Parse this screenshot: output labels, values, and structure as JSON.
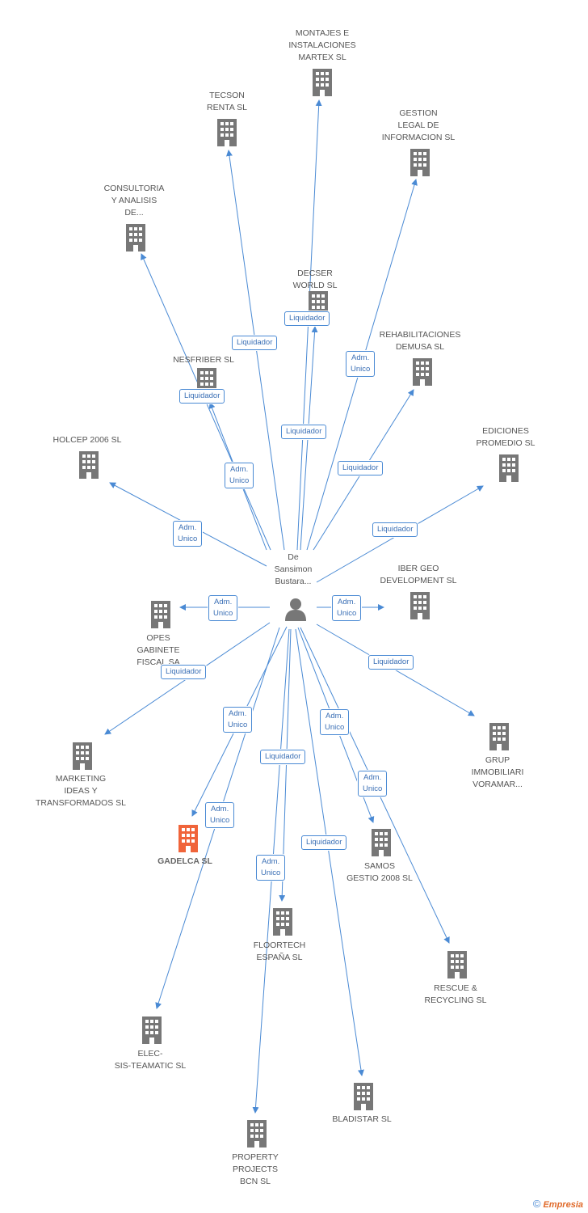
{
  "center": {
    "label": "De\nSansimon\nBustara...",
    "icon": "person-icon"
  },
  "colors": {
    "edge": "#4a8ad4",
    "building": "#777777",
    "highlight": "#f0643a"
  },
  "nodes": [
    {
      "id": "montajes",
      "label": "MONTAJES E\nINSTALACIONES\nMARTEX SL",
      "role": "Liquidador"
    },
    {
      "id": "tecson",
      "label": "TECSON\nRENTA SL",
      "role": "Liquidador"
    },
    {
      "id": "gestion",
      "label": "GESTION\nLEGAL DE\nINFORMACION SL",
      "role": "Adm.\nUnico"
    },
    {
      "id": "consultoria",
      "label": "CONSULTORIA\nY ANALISIS\nDE...",
      "role": "Liquidador"
    },
    {
      "id": "decser",
      "label": "DECSER\nWORLD SL",
      "role": "Liquidador"
    },
    {
      "id": "rehabilitaciones",
      "label": "REHABILITACIONES\nDEMUSA SL",
      "role": "Liquidador"
    },
    {
      "id": "nesfriber",
      "label": "NESFRIBER SL",
      "role": "Adm.\nUnico"
    },
    {
      "id": "holcep",
      "label": "HOLCEP 2006 SL",
      "role": "Adm.\nUnico"
    },
    {
      "id": "ediciones",
      "label": "EDICIONES\nPROMEDIO SL",
      "role": "Liquidador"
    },
    {
      "id": "ibergeo",
      "label": "IBER GEO\nDEVELOPMENT SL",
      "role": "Adm.\nUnico"
    },
    {
      "id": "opes",
      "label": "OPES\nGABINETE\nFISCAL SA",
      "role": "Adm.\nUnico"
    },
    {
      "id": "marketing",
      "label": "MARKETING\nIDEAS Y\nTRANSFORMADOS SL",
      "role": "Liquidador"
    },
    {
      "id": "grup",
      "label": "GRUP\nIMMOBILIARI\nVORAMAR...",
      "role": "Liquidador"
    },
    {
      "id": "gadelca",
      "label": "GADELCA SL",
      "role": "Adm.\nUnico",
      "highlight": true
    },
    {
      "id": "samos",
      "label": "SAMOS\nGESTIO 2008 SL",
      "role": "Adm.\nUnico"
    },
    {
      "id": "floortech",
      "label": "FLOORTECH\nESPAÑA SL",
      "role": "Liquidador"
    },
    {
      "id": "rescue",
      "label": "RESCUE &\nRECYCLING SL",
      "role": "Adm.\nUnico"
    },
    {
      "id": "elec",
      "label": "ELEC-\nSIS-TEAMATIC SL",
      "role": "Adm.\nUnico"
    },
    {
      "id": "bladistar",
      "label": "BLADISTAR SL",
      "role": "Liquidador"
    },
    {
      "id": "property",
      "label": "PROPERTY\nPROJECTS\nBCN SL",
      "role": "Adm.\nUnico"
    }
  ],
  "footer": {
    "copyright": "©",
    "brand": "Empresia"
  }
}
